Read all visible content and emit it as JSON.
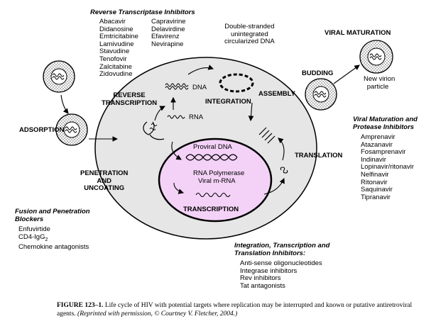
{
  "labels": {
    "adsorption": "ADSORPTION",
    "reverse_transcription": [
      "REVERSE",
      "TRANSCRIPTION"
    ],
    "integration": "INTEGRATION",
    "assembly": "ASSEMBLY",
    "budding": "BUDDING",
    "viral_maturation": "VIRAL MATURATION",
    "new_virion": [
      "New virion",
      "particle"
    ],
    "translation": "TRANSLATION",
    "penetration": [
      "PENETRATION",
      "AND",
      "UNCOATING"
    ],
    "transcription": "TRANSCRIPTION",
    "proviral_dna": "Proviral DNA",
    "rna_polymerase": "RNA Polymerase",
    "viral_mrna": "Viral m-RNA",
    "dna": "DNA",
    "rna": "RNA",
    "double_stranded": [
      "Double-stranded",
      "unintegrated",
      "circularized DNA"
    ]
  },
  "rt_inhibitors": {
    "title": "Reverse Transcriptase Inhibitors",
    "col1": [
      "Abacavir",
      "Didanosine",
      "Emtricitabine",
      "Lamivudine",
      "Stavudine",
      "Tenofovir",
      "Zalcitabine",
      "Zidovudine"
    ],
    "col2": [
      "Capravirine",
      "Delavirdine",
      "Efavirenz",
      "Nevirapine"
    ]
  },
  "protease_inhibitors": {
    "title": [
      "Viral Maturation and",
      "Protease Inhibitors"
    ],
    "items": [
      "Amprenavir",
      "Atazanavir",
      "Fosamprenavir",
      "Indinavir",
      "Lopinavir/ritonavir",
      "Nelfinavir",
      "Ritonavir",
      "Saquinavir",
      "Tipranavir"
    ]
  },
  "fusion_inhibitors": {
    "title": [
      "Fusion and Penetration",
      "Blockers"
    ],
    "items": [
      "Enfuvirtide",
      "CD4-IgG",
      "Chemokine antagonists"
    ],
    "cd4_subscript": "2"
  },
  "integration_inhibitors": {
    "title": [
      "Integration, Transcription and",
      "Translation Inhibitors:"
    ],
    "items": [
      "Anti-sense oligonucleotides",
      "Integrase inhibitors",
      "Rev inhibitors",
      "Tat antagonists"
    ]
  },
  "caption": {
    "figure": "FIGURE 123–1.",
    "text": "Life cycle of HIV with potential targets where replication may be interrupted and known or putative antiretroviral agents.",
    "credit": "(Reprinted with permission, © Courtney V. Fletcher, 2004.)"
  },
  "colors": {
    "cell": "#e6e6e6",
    "nucleus": "#f4d2f7",
    "line": "#000000"
  }
}
